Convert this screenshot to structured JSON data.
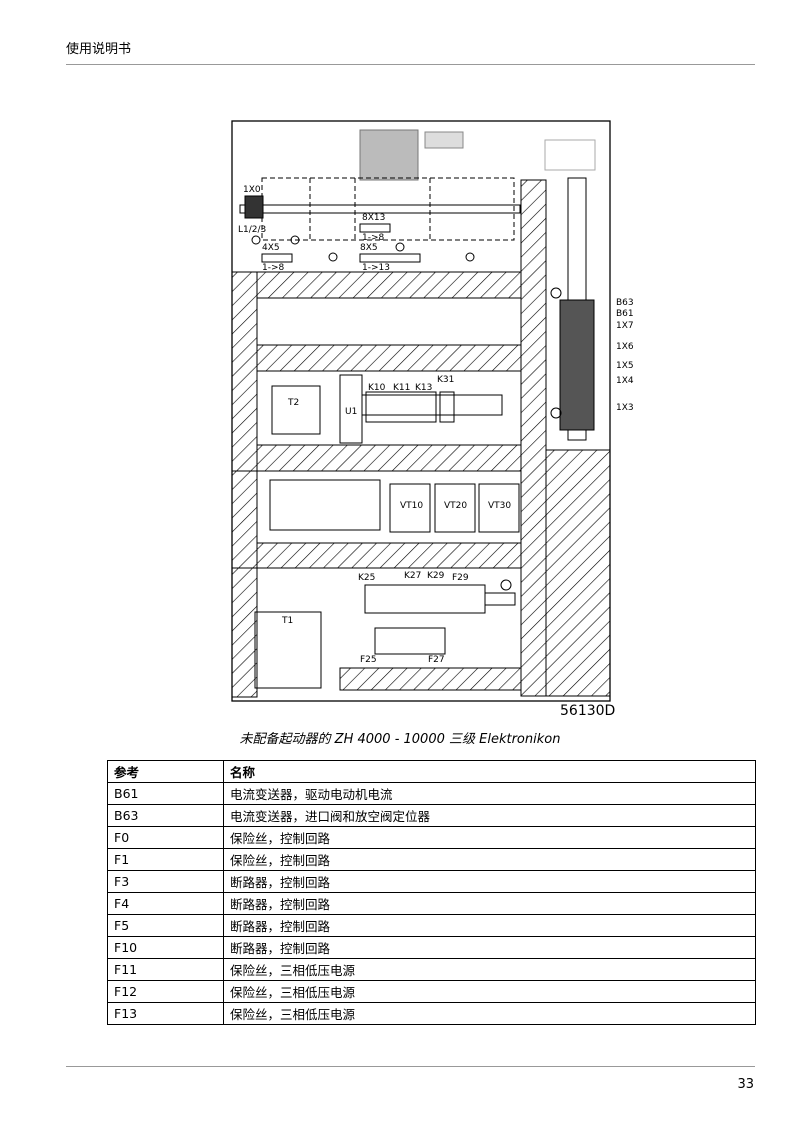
{
  "header": {
    "title": "使用说明书"
  },
  "figure": {
    "drawing_number": "56130D",
    "caption": "未配备起动器的 ZH 4000 - 10000 三级 Elektronikon",
    "labels": {
      "x0": "1X0",
      "l123": "L1/2/3",
      "x13": "8X13",
      "x13r": "1->8",
      "x5a": "4X5",
      "x5ar": "1->8",
      "x5b": "8X5",
      "x5br": "1->13",
      "b63": "B63",
      "b61": "B61",
      "x7": "1X7",
      "x6": "1X6",
      "x5": "1X5",
      "x4": "1X4",
      "x3": "1X3",
      "t2": "T2",
      "u1": "U1",
      "k10": "K10",
      "k11": "K11",
      "k13": "K13",
      "k31": "K31",
      "vt10": "VT10",
      "vt20": "VT20",
      "vt30": "VT30",
      "k25": "K25",
      "k27": "K27",
      "k29": "K29",
      "f29": "F29",
      "f25": "F25",
      "f27": "F27",
      "t1": "T1"
    }
  },
  "table": {
    "headers": [
      "参考",
      "名称"
    ],
    "rows": [
      [
        "B61",
        "电流变送器，驱动电动机电流"
      ],
      [
        "B63",
        "电流变送器，进口阀和放空阀定位器"
      ],
      [
        "F0",
        "保险丝，控制回路"
      ],
      [
        "F1",
        "保险丝，控制回路"
      ],
      [
        "F3",
        "断路器，控制回路"
      ],
      [
        "F4",
        "断路器，控制回路"
      ],
      [
        "F5",
        "断路器，控制回路"
      ],
      [
        "F10",
        "断路器，控制回路"
      ],
      [
        "F11",
        "保险丝，三相低压电源"
      ],
      [
        "F12",
        "保险丝，三相低压电源"
      ],
      [
        "F13",
        "保险丝，三相低压电源"
      ]
    ]
  },
  "footer": {
    "page_number": "33"
  }
}
